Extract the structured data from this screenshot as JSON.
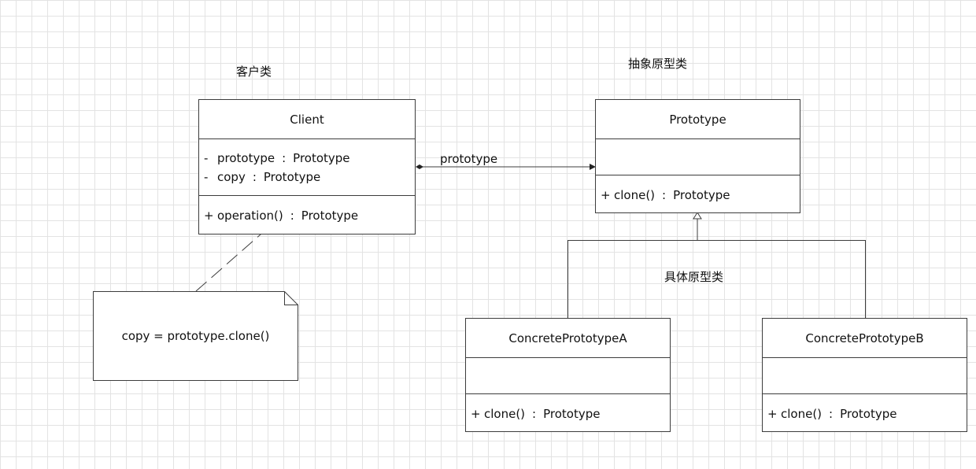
{
  "captions": {
    "client": "客户类",
    "prototype": "抽象原型类",
    "concrete": "具体原型类"
  },
  "client": {
    "name": "Client",
    "attributes": [
      {
        "visibility": "-",
        "name": "prototype",
        "sep": ":",
        "type": "Prototype"
      },
      {
        "visibility": "-",
        "name": "copy",
        "sep": ":",
        "type": "Prototype"
      }
    ],
    "operations": [
      {
        "visibility": "+",
        "name": "operation()",
        "sep": ":",
        "type": "Prototype"
      }
    ]
  },
  "prototype": {
    "name": "Prototype",
    "operations": [
      {
        "visibility": "+",
        "name": "clone()",
        "sep": ":",
        "type": "Prototype"
      }
    ]
  },
  "concrete_a": {
    "name": "ConcretePrototypeA",
    "operations": [
      {
        "visibility": "+",
        "name": "clone()",
        "sep": ":",
        "type": "Prototype"
      }
    ]
  },
  "concrete_b": {
    "name": "ConcretePrototypeB",
    "operations": [
      {
        "visibility": "+",
        "name": "clone()",
        "sep": ":",
        "type": "Prototype"
      }
    ]
  },
  "association": {
    "label": "prototype"
  },
  "note": {
    "text": "copy = prototype.clone()"
  },
  "colors": {
    "line": "#3c3c3c",
    "grid": "#e3e3e3",
    "background": "#ffffff"
  }
}
